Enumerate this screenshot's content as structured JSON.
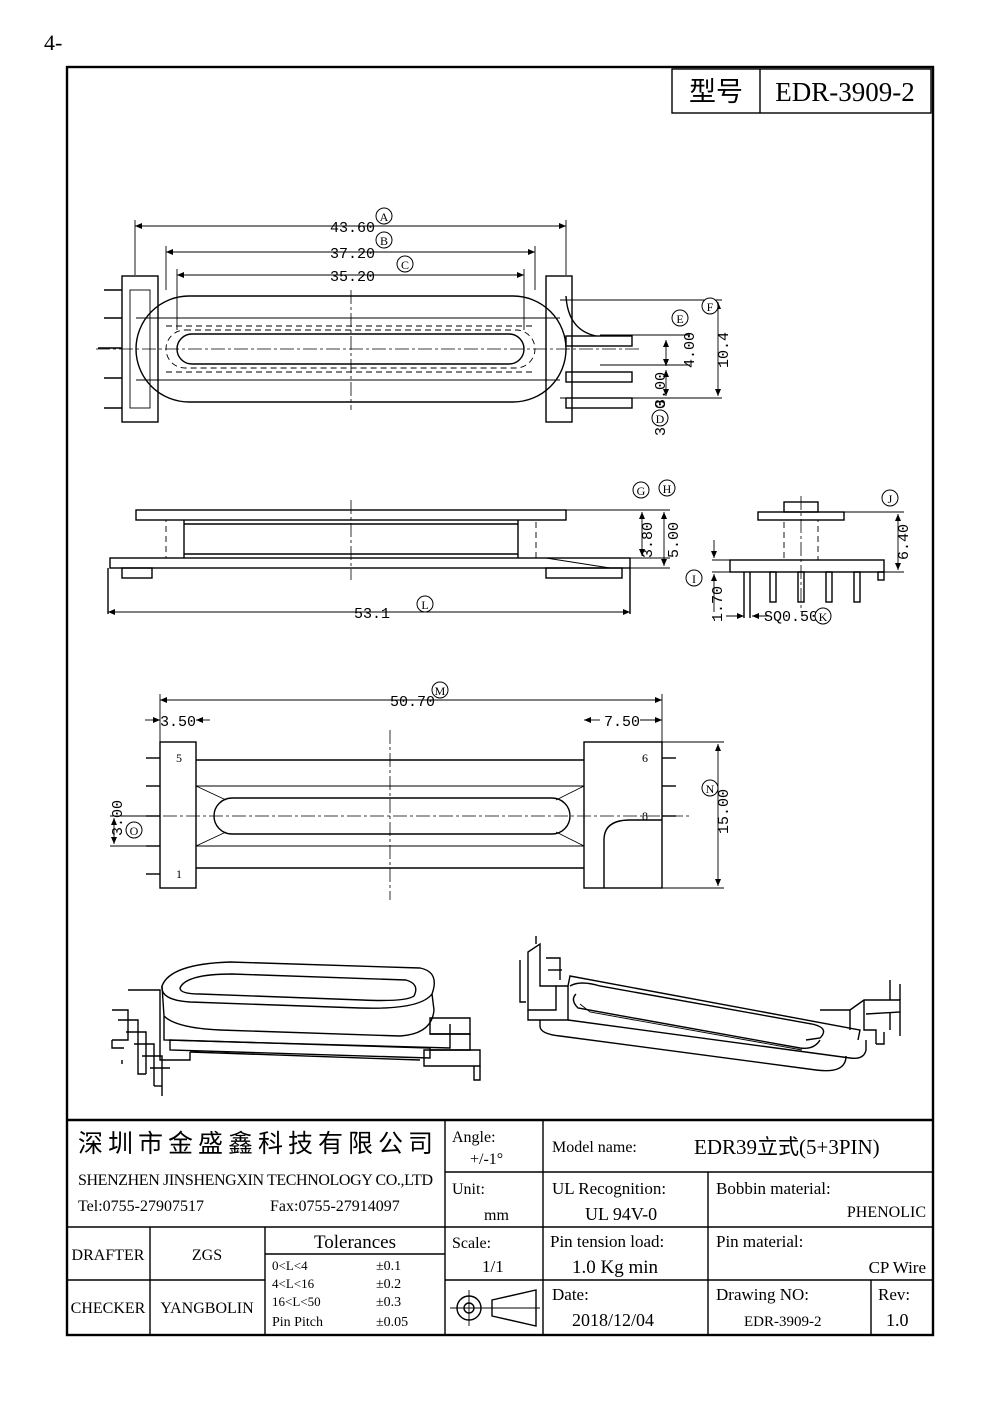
{
  "page": {
    "page_number": "4-"
  },
  "title_box": {
    "label": "型号",
    "part_number": "EDR-3909-2"
  },
  "dimensions": {
    "A": {
      "value": "43.60",
      "tag": "A"
    },
    "B": {
      "value": "37.20",
      "tag": "B"
    },
    "C": {
      "value": "35.20",
      "tag": "C"
    },
    "D": {
      "value": "3.00",
      "tag": "D"
    },
    "E": {
      "value": "4.00",
      "tag": "E"
    },
    "F": {
      "value": "10.4",
      "tag": "F"
    },
    "G": {
      "value": "3.80",
      "tag": "G"
    },
    "H": {
      "value": "5.00",
      "tag": "H"
    },
    "I": {
      "value": "1.70",
      "tag": "I"
    },
    "J": {
      "value": "6.40",
      "tag": "J"
    },
    "K": {
      "value": "SQ0.50",
      "tag": "K"
    },
    "L": {
      "value": "53.1",
      "tag": "L"
    },
    "M": {
      "value": "50.70",
      "tag": "M"
    },
    "N": {
      "value": "15.00",
      "tag": "N"
    },
    "O": {
      "value": "3.00",
      "tag": "O"
    },
    "left_offset": "3.50",
    "right_offset": "7.50"
  },
  "pins": [
    "5",
    "1",
    "6",
    "8"
  ],
  "company": {
    "name_cn": "深圳市金盛鑫科技有限公司",
    "name_en": "SHENZHEN JINSHENGXIN TECHNOLOGY CO.,LTD",
    "tel": "Tel:0755-27907517",
    "fax": "Fax:0755-27914097"
  },
  "angle": {
    "label": "Angle:",
    "value": "+/-1°"
  },
  "unit": {
    "label": "Unit:",
    "value": "mm"
  },
  "scale": {
    "label": "Scale:",
    "value": "1/1"
  },
  "model": {
    "label": "Model name:",
    "value": "EDR39立式(5+3PIN)"
  },
  "ul": {
    "label": "UL Recognition:",
    "value": "UL 94V-0"
  },
  "bobbin": {
    "label": "Bobbin material:",
    "value": "PHENOLIC"
  },
  "pin_tension": {
    "label": "Pin tension load:",
    "value": "1.0 Kg min"
  },
  "pin_material": {
    "label": "Pin material:",
    "value": "CP Wire"
  },
  "date": {
    "label": "Date:",
    "value": "2018/12/04"
  },
  "drawing_no": {
    "label": "Drawing NO:",
    "value": "EDR-3909-2"
  },
  "rev": {
    "label": "Rev:",
    "value": "1.0"
  },
  "drafter": {
    "label": "DRAFTER",
    "name": "ZGS"
  },
  "checker": {
    "label": "CHECKER",
    "name": "YANGBOLIN"
  },
  "tolerances": {
    "title": "Tolerances",
    "rows": [
      {
        "range": "0<L<4",
        "tol": "±0.1"
      },
      {
        "range": "4<L<16",
        "tol": "±0.2"
      },
      {
        "range": "16<L<50",
        "tol": "±0.3"
      },
      {
        "range": "Pin Pitch",
        "tol": "±0.05"
      }
    ]
  }
}
